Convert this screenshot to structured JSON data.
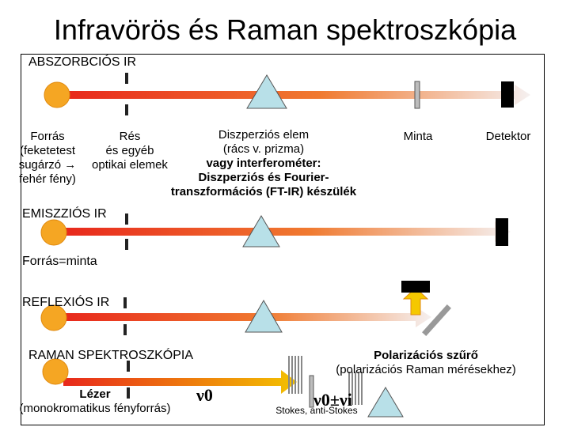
{
  "title": "Infravörös és Raman spektroszkópia",
  "sections": {
    "absorption": "ABSZORBCIÓS IR",
    "emission": "EMISZZIÓS IR",
    "emission_note": "Forrás=minta",
    "reflection": "REFLEXIÓS IR",
    "raman": "RAMAN SPEKTROSZKÓPIA"
  },
  "labels": {
    "source": [
      "Forrás",
      "(feketetest",
      "sugárzó →",
      "fehér fény)"
    ],
    "slit": [
      "Rés",
      "és egyéb",
      "optikai elemek"
    ],
    "dispersion": [
      "Diszperziós elem",
      "(rács v. prizma)",
      "vagy interferométer:",
      "Diszperziós és Fourier-",
      "transzformációs (FT-IR) készülék"
    ],
    "sample": "Minta",
    "detector": "Detektor",
    "polarizer": [
      "Polarizációs szűrő",
      "(polarizációs Raman mérésekhez)"
    ],
    "laser": [
      "Lézer",
      "(monokromatikus fényforrás)"
    ],
    "nu0": "ν0",
    "nu_shift": "ν0±νi",
    "stokes": "Stokes, anti-Stokes"
  },
  "colors": {
    "source": "#f5a623",
    "beam": "#e8281c",
    "prism": "#b8e0e8",
    "slit": "#222222",
    "sample": "#bdbdbd",
    "detector": "#000000",
    "reflect_arrow": "#f5c800"
  }
}
